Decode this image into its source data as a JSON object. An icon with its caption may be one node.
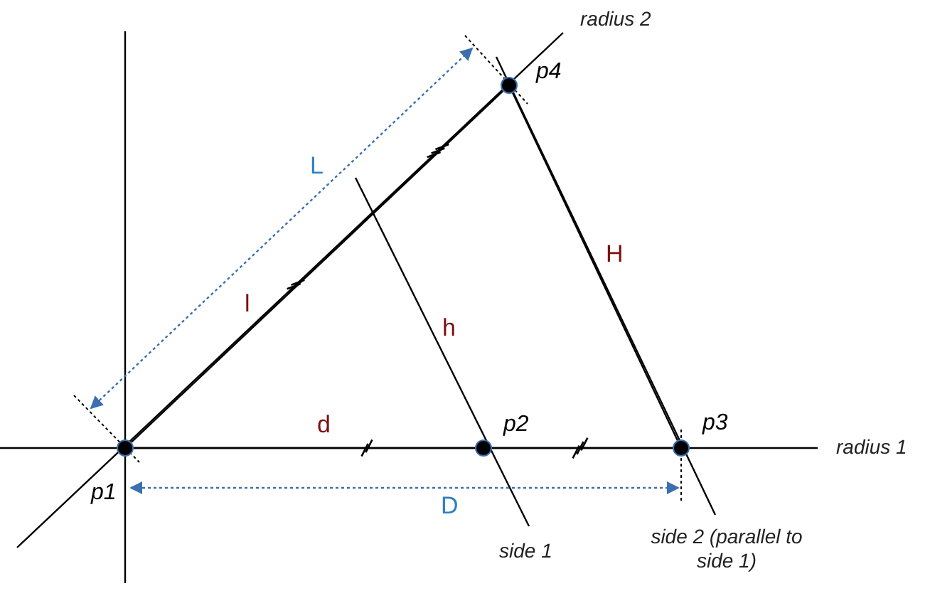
{
  "diagram": {
    "nodes": [
      {
        "text": [],
        "shape": "circle",
        "beside": [
          "p1"
        ]
      },
      {
        "text": [],
        "shape": "circle",
        "beside": [
          "p2"
        ]
      },
      {
        "text": [],
        "shape": "circle",
        "beside": [
          "p3"
        ]
      },
      {
        "text": [],
        "shape": "circle",
        "beside": [
          "p4"
        ]
      }
    ],
    "edges": [
      {
        "from": 0,
        "to": 1,
        "arrow": "none",
        "label": "d"
      },
      {
        "from": 1,
        "to": 2,
        "arrow": "none"
      },
      {
        "from": 0,
        "to": 3,
        "arrow": "none"
      },
      {
        "from": 3,
        "to": 2,
        "arrow": "none",
        "label": "H"
      }
    ],
    "labels": [
      "radius 2",
      "L",
      "l",
      "h",
      "radius 1",
      "D",
      "side 1",
      "side 2 (parallel to side 1)"
    ]
  }
}
